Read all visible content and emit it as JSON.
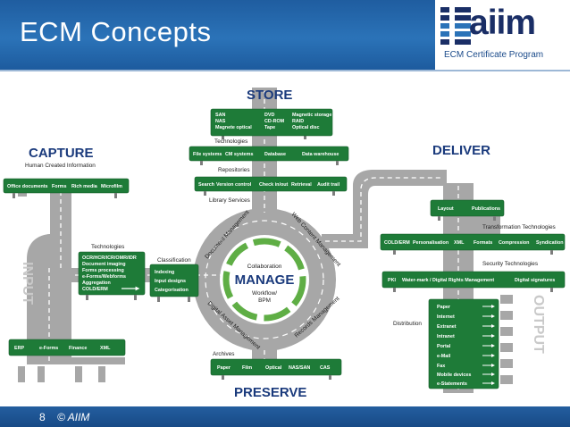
{
  "header": {
    "title": "ECM Concepts",
    "logo_name": "aiim",
    "logo_subtitle": "ECM Certificate Program"
  },
  "footer": {
    "page_number": "8",
    "copyright": "© AIIM"
  },
  "colors": {
    "header_blue": "#2b73b8",
    "sign_green": "#1f7a37",
    "road_gray": "#a9a9a9",
    "heading_navy": "#1a3a7c",
    "manage_ring_green": "#3c9a3c"
  },
  "diagram": {
    "headings": {
      "store": "STORE",
      "capture": "CAPTURE",
      "deliver": "DELIVER",
      "preserve": "PRESERVE",
      "input": "INPUT",
      "output": "OUTPUT"
    },
    "manage": {
      "top": "Collaboration",
      "main": "MANAGE",
      "line1": "Workflow/",
      "line2": "BPM"
    },
    "road_labels": {
      "document_management": "Document Management",
      "web_content_management": "Web Content Management",
      "digital_asset_management": "Digital Asset Management",
      "records_management": "Records Management"
    },
    "store": {
      "technologies_label": "Technologies",
      "tech_col1": [
        "SAN",
        "NAS",
        "Magnete optical"
      ],
      "tech_col2": [
        "DVD",
        "CD-ROM",
        "Tape"
      ],
      "tech_col3": [
        "Magnetic storage",
        "RAID",
        "Optical disc"
      ],
      "repositories_label": "Repositories",
      "repositories": [
        "File systems",
        "CM systems",
        "Database",
        "Data warehouse"
      ],
      "library_label": "Library Services",
      "library": [
        "Search",
        "Version control",
        "Check in/out",
        "Retrieval",
        "Audit trail"
      ]
    },
    "capture": {
      "human_label": "Human Created Information",
      "human": [
        "Office documents",
        "Forms",
        "Rich media",
        "Microfilm"
      ],
      "technologies_label": "Technologies",
      "technologies": [
        "OCR/HCR/ICR/OMR/IDR",
        "Document imaging",
        "Forms processing",
        "e-Forms/Webforms",
        "Aggregation",
        "COLD/ERM"
      ],
      "classification_label": "Classification",
      "classification": [
        "Indexing",
        "Input designs",
        "Categorisation"
      ],
      "input_sources": [
        "ERP",
        "e-Forms",
        "Finance",
        "XML"
      ]
    },
    "deliver": {
      "top": [
        "Layout",
        "Publications"
      ],
      "transformation_label": "Transformation Technologies",
      "transformation": [
        "COLD/ERM",
        "Personalisation",
        "XML",
        "Formats",
        "Compression",
        "Syndication"
      ],
      "security_label": "Security Technologies",
      "security": [
        "PKI",
        "Water-mark / Digital Rights Management",
        "Digital signatures"
      ],
      "distribution_label": "Distribution",
      "distribution": [
        "Paper",
        "Internet",
        "Extranet",
        "Intranet",
        "Portal",
        "e-Mail",
        "Fax",
        "Mobile devices",
        "e-Statements"
      ]
    },
    "preserve": {
      "archives_label": "Archives",
      "archives": [
        "Paper",
        "Film",
        "Optical",
        "NAS/SAN",
        "CAS"
      ]
    }
  }
}
